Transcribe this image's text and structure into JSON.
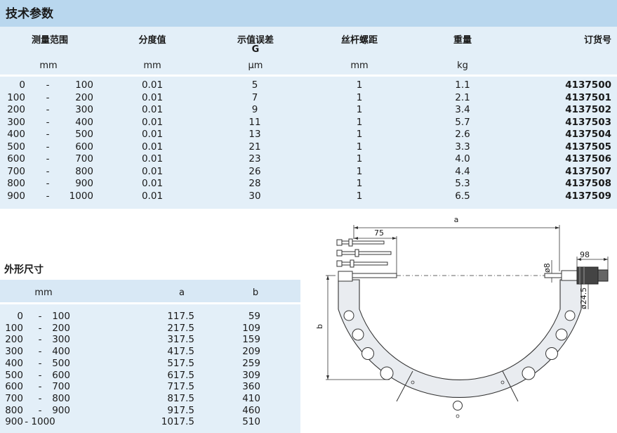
{
  "specs": {
    "title": "技术参数",
    "headers": [
      "测量范围",
      "分度值",
      "示值误差",
      "丝杆螺距",
      "重量",
      "订货号"
    ],
    "header_sub": "G",
    "units": [
      "mm",
      "mm",
      "μm",
      "mm",
      "kg"
    ],
    "rows": [
      [
        "0",
        "-",
        "100",
        "0.01",
        "5",
        "1",
        "1.1",
        "4137500"
      ],
      [
        "100",
        "-",
        "200",
        "0.01",
        "7",
        "1",
        "2.1",
        "4137501"
      ],
      [
        "200",
        "-",
        "300",
        "0.01",
        "9",
        "1",
        "3.4",
        "4137502"
      ],
      [
        "300",
        "-",
        "400",
        "0.01",
        "11",
        "1",
        "5.7",
        "4137503"
      ],
      [
        "400",
        "-",
        "500",
        "0.01",
        "13",
        "1",
        "2.6",
        "4137504"
      ],
      [
        "500",
        "-",
        "600",
        "0.01",
        "21",
        "1",
        "3.3",
        "4137505"
      ],
      [
        "600",
        "-",
        "700",
        "0.01",
        "23",
        "1",
        "4.0",
        "4137506"
      ],
      [
        "700",
        "-",
        "800",
        "0.01",
        "26",
        "1",
        "4.4",
        "4137507"
      ],
      [
        "800",
        "-",
        "900",
        "0.01",
        "28",
        "1",
        "5.3",
        "4137508"
      ],
      [
        "900",
        "-",
        "1000",
        "0.01",
        "30",
        "1",
        "6.5",
        "4137509"
      ]
    ]
  },
  "dims": {
    "title": "外形尺寸",
    "headers": [
      "mm",
      "a",
      "b"
    ],
    "rows": [
      [
        "0",
        "-",
        "100",
        "117.5",
        "59"
      ],
      [
        "100",
        "-",
        "200",
        "217.5",
        "109"
      ],
      [
        "200",
        "-",
        "300",
        "317.5",
        "159"
      ],
      [
        "300",
        "-",
        "400",
        "417.5",
        "209"
      ],
      [
        "400",
        "-",
        "500",
        "517.5",
        "259"
      ],
      [
        "500",
        "-",
        "600",
        "617.5",
        "309"
      ],
      [
        "600",
        "-",
        "700",
        "717.5",
        "360"
      ],
      [
        "700",
        "-",
        "800",
        "817.5",
        "410"
      ],
      [
        "800",
        "-",
        "900",
        "917.5",
        "460"
      ],
      [
        "900",
        "- 1000",
        "",
        "1017.5",
        "510"
      ]
    ]
  },
  "drawing": {
    "labels": {
      "a": "a",
      "b": "b",
      "d75": "75",
      "d98": "98",
      "phi8": "ø8",
      "phi245": "ø24.5"
    }
  }
}
